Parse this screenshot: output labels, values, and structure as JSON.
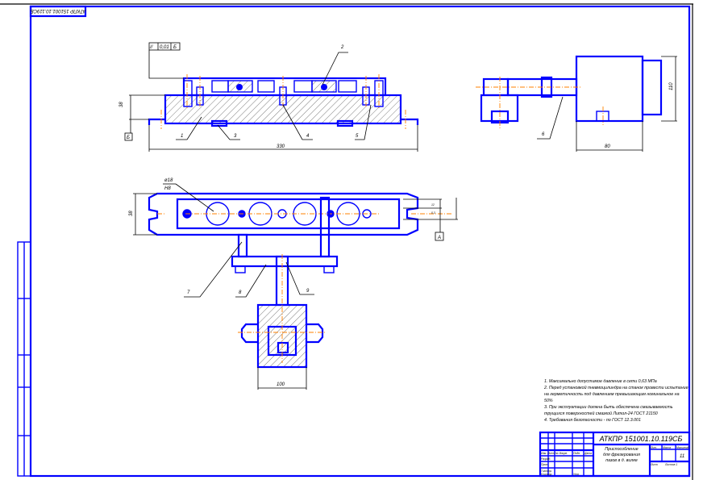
{
  "drawing": {
    "corner_stamp": "АТКПР 151001.10.119СБ",
    "tolerance_frame": {
      "symbol": "//",
      "value": "0,01",
      "datum": "Б"
    },
    "datum_a": "А",
    "datum_b": "Б",
    "positions": [
      "1",
      "2",
      "3",
      "4",
      "5",
      "6",
      "7",
      "8",
      "9"
    ],
    "dimensions": {
      "front_length": "330",
      "front_height": "38",
      "side_width": "80",
      "side_height": "110",
      "plan_width": "38",
      "plan_bore_top": "ø18",
      "plan_bore_bottom": "H8",
      "slot_dim_1": "12",
      "slot_dim_2": "0,3",
      "cylinder_width": "100"
    },
    "notes": [
      "1. Максимально допустимое давление в сети 0,63 МПа",
      "2. Перед установкой пневмоцилиндра на станок провести испытание",
      "на герметичность под давлением превышающим номинальное на",
      "50%",
      "3. При эксплуатации должна быть обеспечена смазываемость",
      "трущихся поверхностей смазкой Литол-24 ГОСТ 21150",
      "4. Требования безопасности - по ГОСТ 12.3.001"
    ],
    "title_block": {
      "designation": "АТКПР 151001.10.119СБ",
      "name_lines": [
        "Приспособление",
        "для фрезерования",
        "пазов в д. вилке"
      ],
      "headers": {
        "letter": "Лит.",
        "mass": "Масса",
        "scale": "Масштаб",
        "sheet": "Лист",
        "sheets": "Листов 1"
      },
      "sheet_value": "11",
      "rows": [
        "Изм. Лист",
        "№ докум.",
        "Подп.",
        "Дата",
        "Разраб.",
        "Пров.",
        "Т.контр.",
        "Н.контр.",
        "Утв."
      ]
    }
  }
}
